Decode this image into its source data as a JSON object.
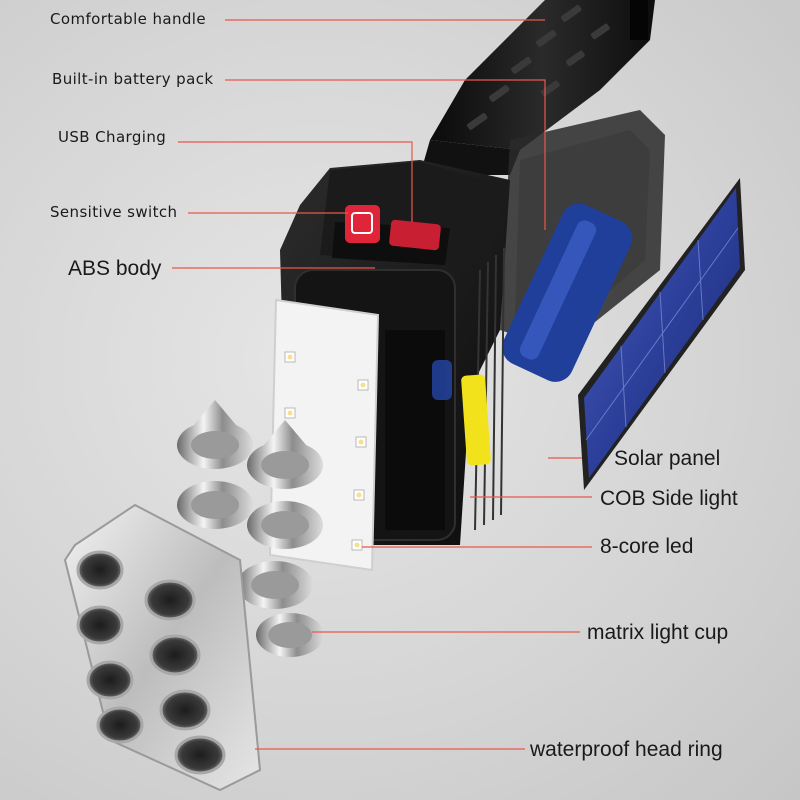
{
  "labels": {
    "comfortable_handle": "Comfortable handle",
    "battery_pack": "Built-in battery pack",
    "usb_charging": "USB Charging",
    "sensitive_switch": "Sensitive switch",
    "abs_body": "ABS body",
    "solar_panel": "Solar panel",
    "cob_side_light": "COB Side light",
    "eight_core_led": "8-core led",
    "matrix_light_cup": "matrix light cup",
    "waterproof_head_ring": "waterproof head ring"
  },
  "colors": {
    "leader_line": "#e8584e",
    "body_black": "#161616",
    "battery_blue": "#1f3f9a",
    "switch_red": "#e0253a",
    "cob_yellow": "#f2e21c",
    "solar_blue": "#2c3f9a"
  }
}
